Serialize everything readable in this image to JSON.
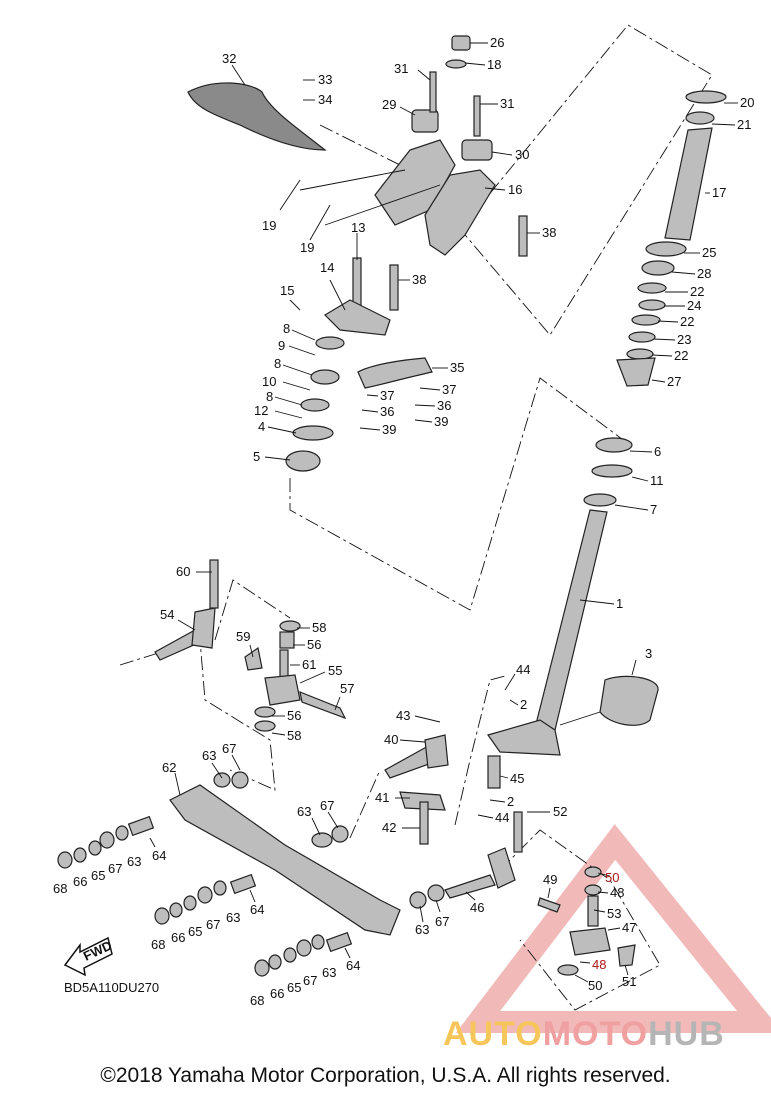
{
  "diagram": {
    "code": "BD5A110DU270",
    "fwd_label": "FWD",
    "copyright": "©2018 Yamaha Motor Corporation, U.S.A. All rights reserved."
  },
  "watermark": {
    "part1": "AUTO",
    "part2": "MOTO",
    "part3": "HUB",
    "colors": {
      "part1": "#f6c65a",
      "part2": "#f0a0a0",
      "part3": "#b5b5b5",
      "triangle": "#e88080"
    }
  },
  "callouts": [
    {
      "id": "c26",
      "label": "26"
    },
    {
      "id": "c18",
      "label": "18"
    },
    {
      "id": "c32",
      "label": "32"
    },
    {
      "id": "c33",
      "label": "33"
    },
    {
      "id": "c34",
      "label": "34"
    },
    {
      "id": "c31a",
      "label": "31"
    },
    {
      "id": "c31b",
      "label": "31"
    },
    {
      "id": "c29",
      "label": "29"
    },
    {
      "id": "c30",
      "label": "30"
    },
    {
      "id": "c16",
      "label": "16"
    },
    {
      "id": "c19a",
      "label": "19"
    },
    {
      "id": "c19b",
      "label": "19"
    },
    {
      "id": "c38a",
      "label": "38"
    },
    {
      "id": "c13",
      "label": "13"
    },
    {
      "id": "c14",
      "label": "14"
    },
    {
      "id": "c38b",
      "label": "38"
    },
    {
      "id": "c15",
      "label": "15"
    },
    {
      "id": "c8a",
      "label": "8"
    },
    {
      "id": "c9",
      "label": "9"
    },
    {
      "id": "c8b",
      "label": "8"
    },
    {
      "id": "c10",
      "label": "10"
    },
    {
      "id": "c8c",
      "label": "8"
    },
    {
      "id": "c12",
      "label": "12"
    },
    {
      "id": "c4",
      "label": "4"
    },
    {
      "id": "c5",
      "label": "5"
    },
    {
      "id": "c35",
      "label": "35"
    },
    {
      "id": "c37a",
      "label": "37"
    },
    {
      "id": "c37b",
      "label": "37"
    },
    {
      "id": "c36a",
      "label": "36"
    },
    {
      "id": "c36b",
      "label": "36"
    },
    {
      "id": "c39a",
      "label": "39"
    },
    {
      "id": "c39b",
      "label": "39"
    },
    {
      "id": "c20",
      "label": "20"
    },
    {
      "id": "c21",
      "label": "21"
    },
    {
      "id": "c17",
      "label": "17"
    },
    {
      "id": "c25",
      "label": "25"
    },
    {
      "id": "c28",
      "label": "28"
    },
    {
      "id": "c22a",
      "label": "22"
    },
    {
      "id": "c24",
      "label": "24"
    },
    {
      "id": "c22b",
      "label": "22"
    },
    {
      "id": "c23",
      "label": "23"
    },
    {
      "id": "c22c",
      "label": "22"
    },
    {
      "id": "c27",
      "label": "27"
    },
    {
      "id": "c6",
      "label": "6"
    },
    {
      "id": "c11",
      "label": "11"
    },
    {
      "id": "c7",
      "label": "7"
    },
    {
      "id": "c1",
      "label": "1"
    },
    {
      "id": "c3",
      "label": "3"
    },
    {
      "id": "c60",
      "label": "60"
    },
    {
      "id": "c54",
      "label": "54"
    },
    {
      "id": "c58a",
      "label": "58"
    },
    {
      "id": "c56a",
      "label": "56"
    },
    {
      "id": "c59",
      "label": "59"
    },
    {
      "id": "c61",
      "label": "61"
    },
    {
      "id": "c55",
      "label": "55"
    },
    {
      "id": "c57",
      "label": "57"
    },
    {
      "id": "c56b",
      "label": "56"
    },
    {
      "id": "c58b",
      "label": "58"
    },
    {
      "id": "c44a",
      "label": "44"
    },
    {
      "id": "c2a",
      "label": "2"
    },
    {
      "id": "c43",
      "label": "43"
    },
    {
      "id": "c40",
      "label": "40"
    },
    {
      "id": "c45",
      "label": "45"
    },
    {
      "id": "c41",
      "label": "41"
    },
    {
      "id": "c2b",
      "label": "2"
    },
    {
      "id": "c44b",
      "label": "44"
    },
    {
      "id": "c42",
      "label": "42"
    },
    {
      "id": "c52",
      "label": "52"
    },
    {
      "id": "c62",
      "label": "62"
    },
    {
      "id": "c63a",
      "label": "63"
    },
    {
      "id": "c67a",
      "label": "67"
    },
    {
      "id": "c63b",
      "label": "63"
    },
    {
      "id": "c67b",
      "label": "67"
    },
    {
      "id": "c64a",
      "label": "64"
    },
    {
      "id": "c63c",
      "label": "63"
    },
    {
      "id": "c67c",
      "label": "67"
    },
    {
      "id": "c65a",
      "label": "65"
    },
    {
      "id": "c66a",
      "label": "66"
    },
    {
      "id": "c68a",
      "label": "68"
    },
    {
      "id": "c64b",
      "label": "64"
    },
    {
      "id": "c63d",
      "label": "63"
    },
    {
      "id": "c67d",
      "label": "67"
    },
    {
      "id": "c65b",
      "label": "65"
    },
    {
      "id": "c66b",
      "label": "66"
    },
    {
      "id": "c68b",
      "label": "68"
    },
    {
      "id": "c64c",
      "label": "64"
    },
    {
      "id": "c63e",
      "label": "63"
    },
    {
      "id": "c67e",
      "label": "67"
    },
    {
      "id": "c65c",
      "label": "65"
    },
    {
      "id": "c66c",
      "label": "66"
    },
    {
      "id": "c68c",
      "label": "68"
    },
    {
      "id": "c46",
      "label": "46"
    },
    {
      "id": "c63f",
      "label": "63"
    },
    {
      "id": "c67f",
      "label": "67"
    },
    {
      "id": "c49",
      "label": "49"
    },
    {
      "id": "c50a",
      "label": "50"
    },
    {
      "id": "c48a",
      "label": "48"
    },
    {
      "id": "c53",
      "label": "53"
    },
    {
      "id": "c47",
      "label": "47"
    },
    {
      "id": "c48b",
      "label": "48"
    },
    {
      "id": "c50b",
      "label": "50"
    },
    {
      "id": "c51",
      "label": "51"
    }
  ]
}
